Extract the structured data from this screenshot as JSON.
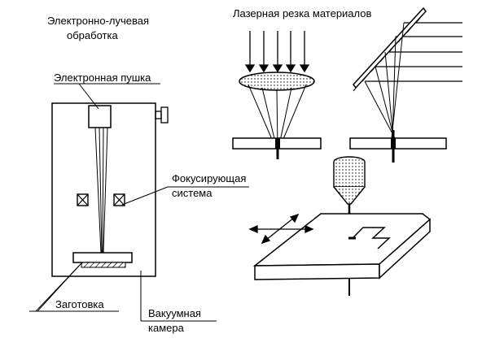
{
  "electron_beam": {
    "title_line1": "Электронно-лучевая",
    "title_line2": "обработка",
    "gun_label": "Электронная пушка",
    "focus_label_line1": "Фокусирующая",
    "focus_label_line2": "система",
    "workpiece_label": "Заготовка",
    "chamber_label_line1": "Вакуумная",
    "chamber_label_line2": "камера"
  },
  "laser": {
    "title": "Лазерная резка материалов"
  }
}
